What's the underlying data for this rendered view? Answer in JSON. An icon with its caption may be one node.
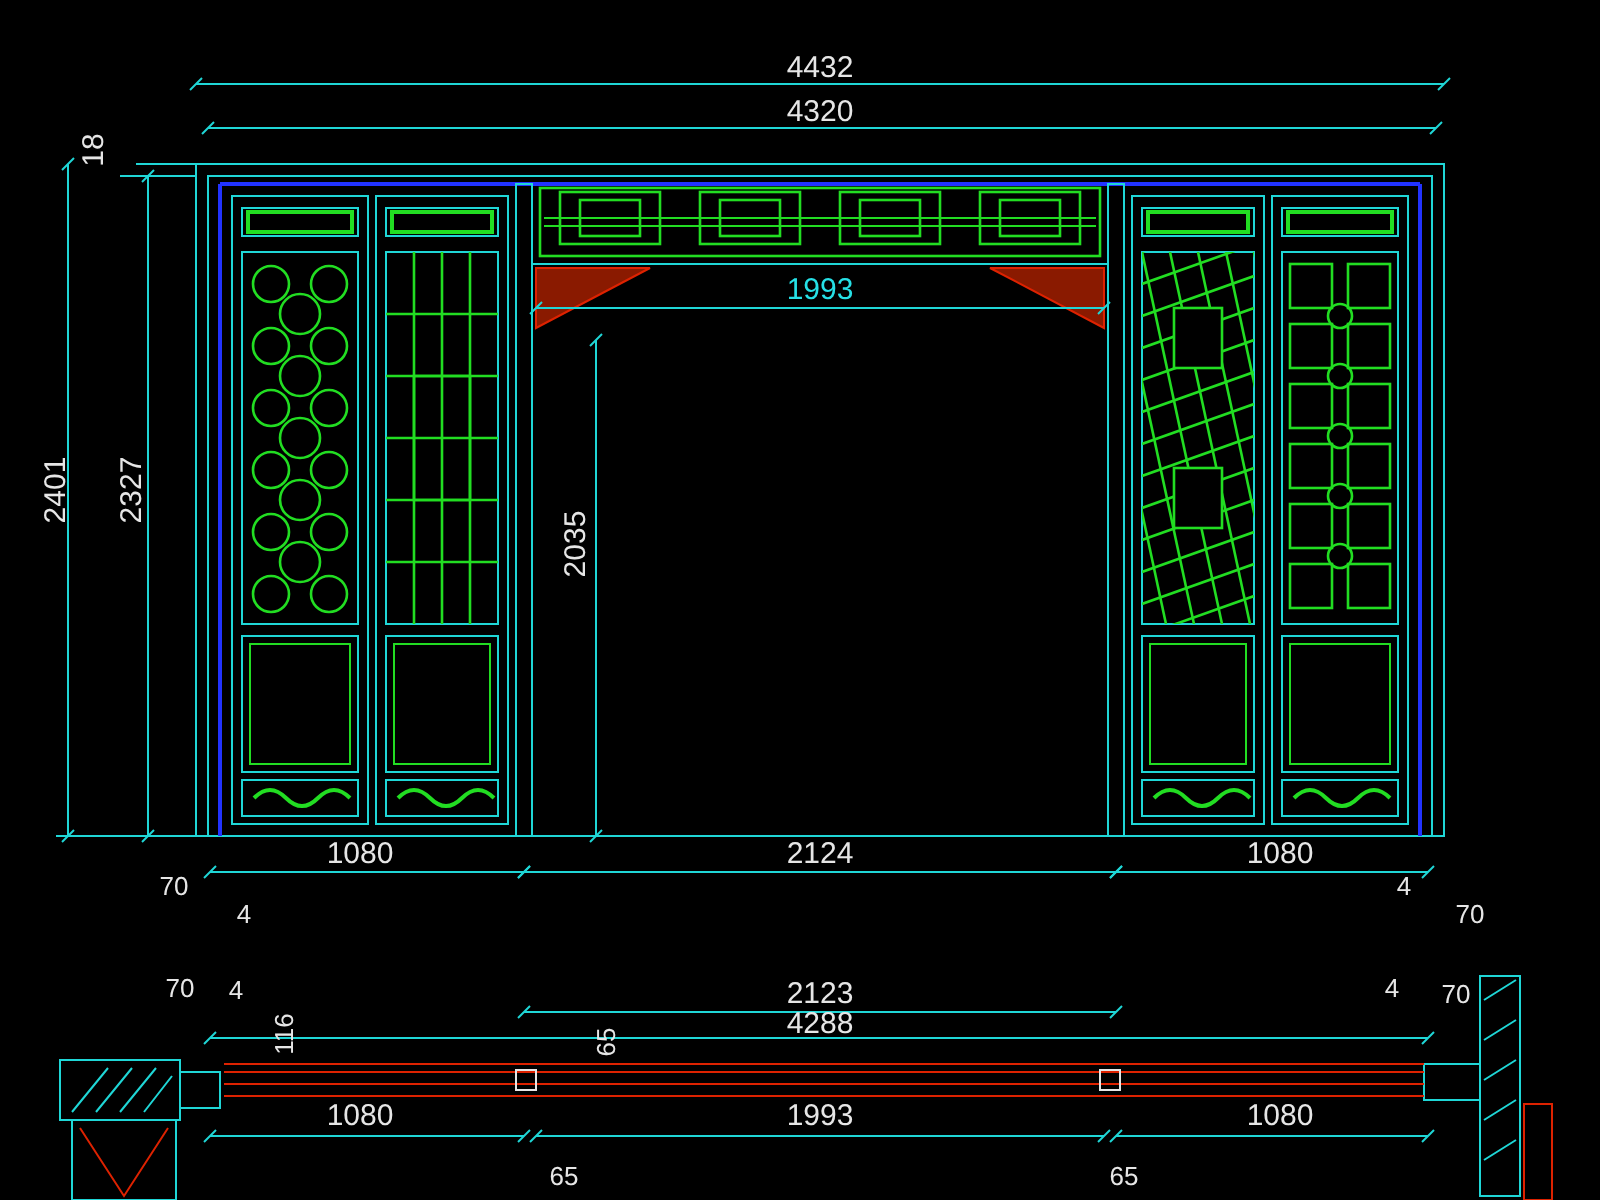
{
  "diagram": {
    "labels": [
      "4432",
      "4320",
      "18",
      "2401",
      "2327",
      "1993",
      "2035",
      "1080",
      "2124",
      "1080",
      "70",
      "4",
      "4",
      "70",
      "70",
      "4",
      "2123",
      "4",
      "70",
      "4288",
      "116",
      "65",
      "1080",
      "1993",
      "1080",
      "65",
      "65"
    ]
  }
}
